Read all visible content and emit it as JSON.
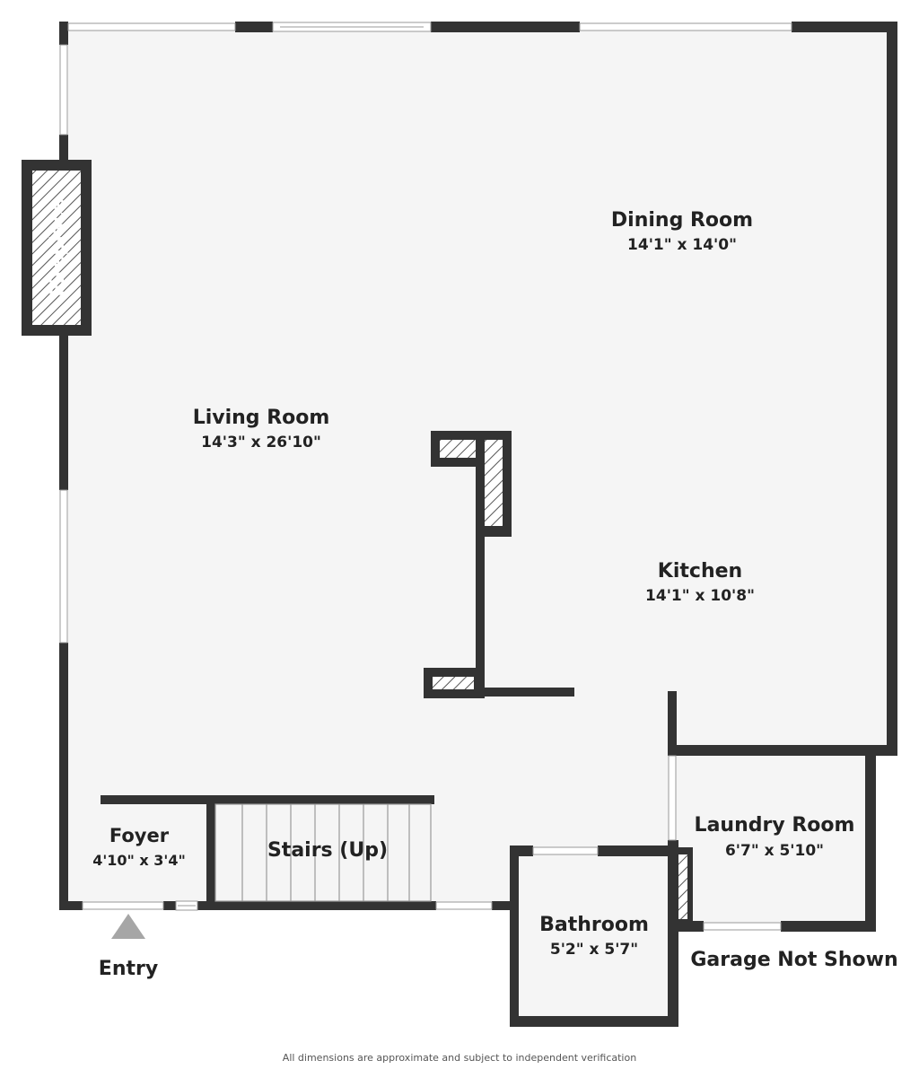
{
  "colors": {
    "wall": "#333333",
    "floor": "#f5f5f5",
    "hatch": "#555555",
    "window_glass": "#ffffff",
    "window_line": "#999999",
    "entry_arrow": "#a6a6a6",
    "stairs": "#9a9a9a",
    "text": "#222222"
  },
  "rooms": {
    "dining": {
      "name": "Dining Room",
      "dims": "14'1\" x 14'0\""
    },
    "living": {
      "name": "Living Room",
      "dims": "14'3\" x 26'10\""
    },
    "kitchen": {
      "name": "Kitchen",
      "dims": "14'1\" x 10'8\""
    },
    "laundry": {
      "name": "Laundry Room",
      "dims": "6'7\" x 5'10\""
    },
    "foyer": {
      "name": "Foyer",
      "dims": "4'10\" x 3'4\""
    },
    "stairs": {
      "name": "Stairs (Up)"
    },
    "bathroom": {
      "name": "Bathroom",
      "dims": "5'2\" x 5'7\""
    }
  },
  "labels": {
    "fireplace": "Fireplace",
    "entry": "Entry",
    "garage": "Garage Not Shown"
  },
  "footer": "All dimensions are approximate and subject to independent verification"
}
